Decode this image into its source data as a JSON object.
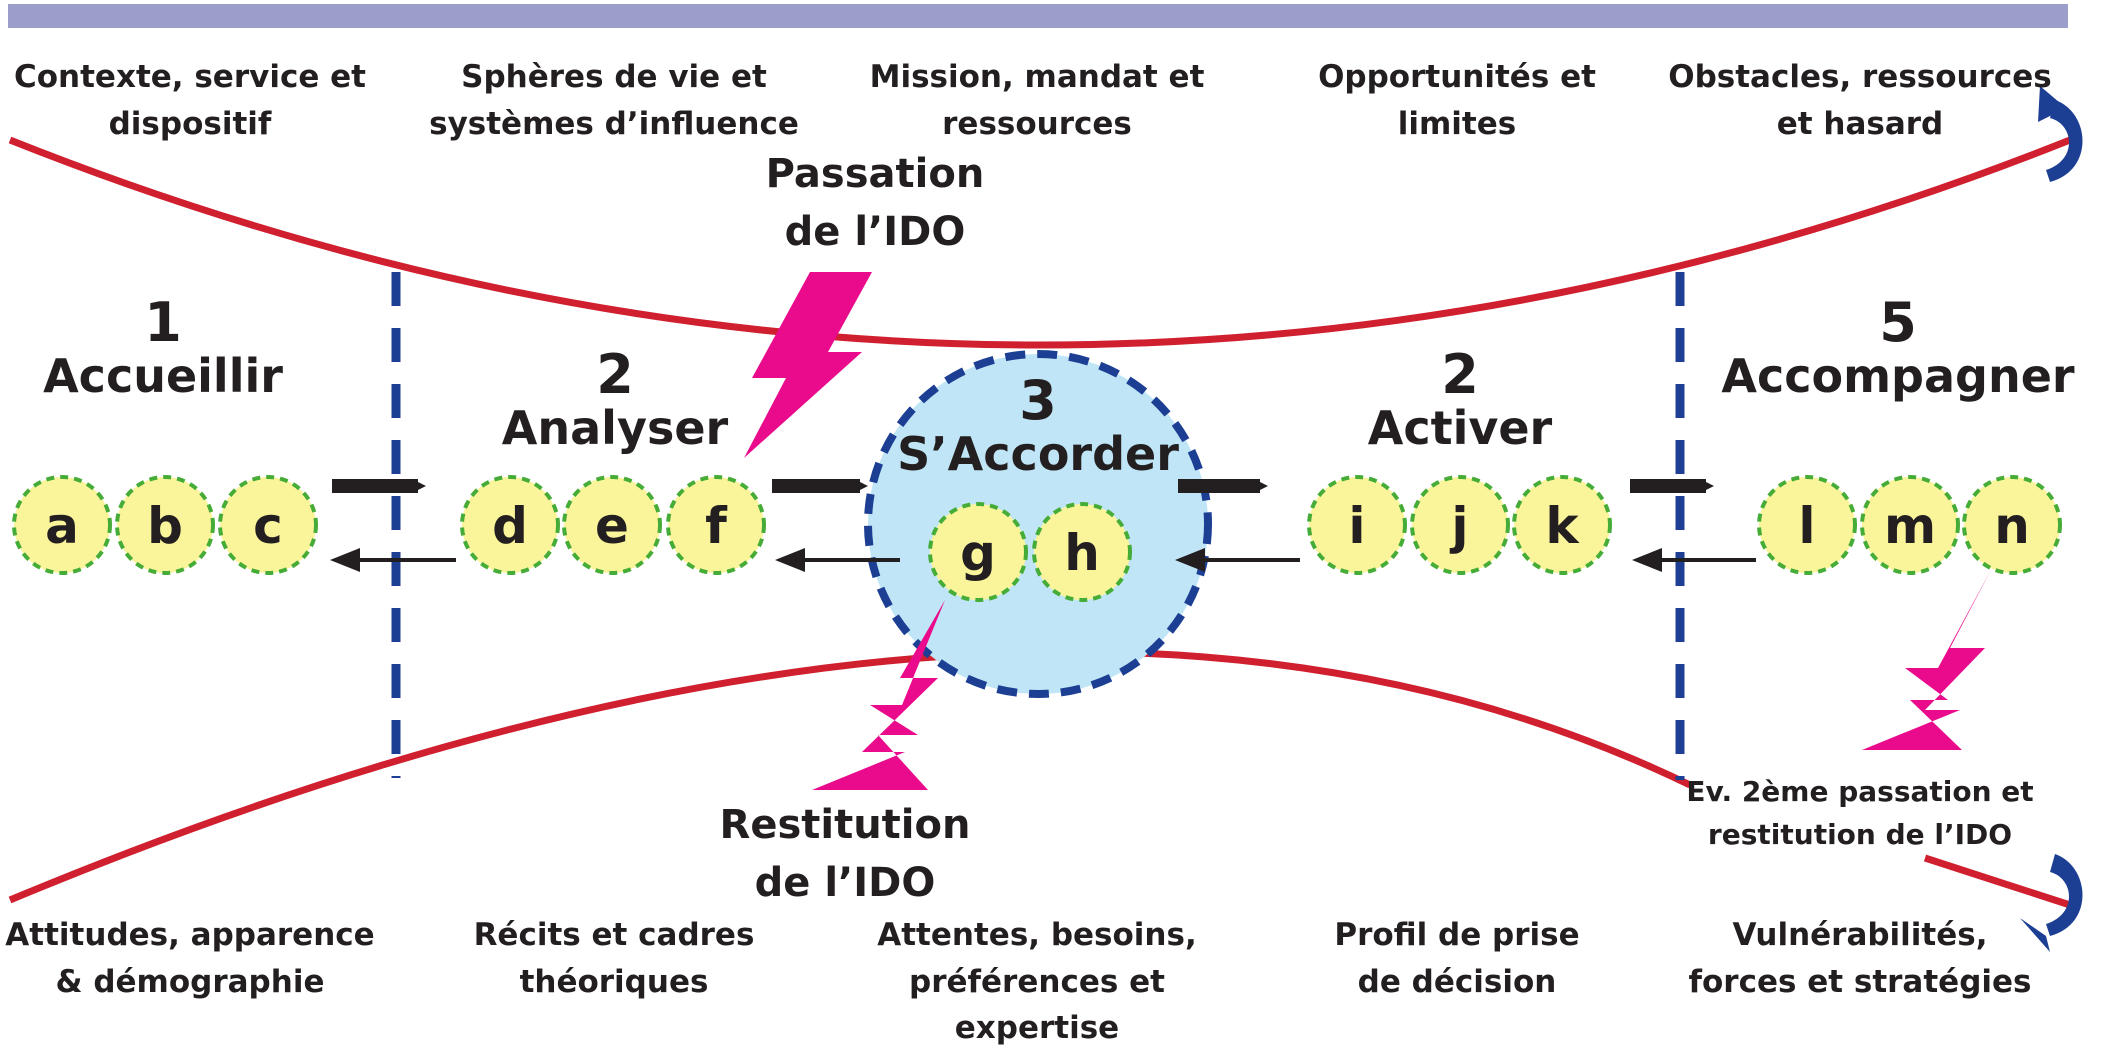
{
  "colors": {
    "top_bar": "#9b9dcb",
    "funnel_line": "#d0202f",
    "divider": "#1c3f94",
    "circle_fill": "#faf49b",
    "circle_border": "#45ac38",
    "center_fill": "#bfe5f6",
    "lightning": "#ea0a8c",
    "loop_arrow": "#1c3f94",
    "arrow": "#231f20"
  },
  "top_labels": [
    {
      "line1": "Contexte, service et",
      "line2": "dispositif"
    },
    {
      "line1": "Sphères de vie et",
      "line2": "systèmes d’influence"
    },
    {
      "line1": "Mission, mandat et",
      "line2": "ressources"
    },
    {
      "line1": "Opportunités et",
      "line2": "limites"
    },
    {
      "line1": "Obstacles, ressources",
      "line2": "et hasard"
    }
  ],
  "bottom_labels": [
    {
      "line1": "Attitudes, apparence",
      "line2": "& démographie"
    },
    {
      "line1": "Récits et cadres",
      "line2": "théoriques"
    },
    {
      "line1": "Attentes, besoins,",
      "line2": "préférences et expertise"
    },
    {
      "line1": "Profil de prise",
      "line2": "de décision"
    },
    {
      "line1": "Vulnérabilités,",
      "line2": "forces et stratégies"
    }
  ],
  "stages": [
    {
      "number": "1",
      "name": "Accueillir",
      "letters": [
        "a",
        "b",
        "c"
      ]
    },
    {
      "number": "2",
      "name": "Analyser",
      "letters": [
        "d",
        "e",
        "f"
      ]
    },
    {
      "number": "3",
      "name": "S’Accorder",
      "letters": [
        "g",
        "h"
      ]
    },
    {
      "number": "2",
      "name": "Activer",
      "letters": [
        "i",
        "j",
        "k"
      ]
    },
    {
      "number": "5",
      "name": "Accompagner",
      "letters": [
        "l",
        "m",
        "n"
      ]
    }
  ],
  "callouts": {
    "passation": {
      "line1": "Passation",
      "line2": "de l’IDO"
    },
    "restitution": {
      "line1": "Restitution",
      "line2": "de l’IDO"
    },
    "evaluation": {
      "line1": "Ev. 2ème passation et",
      "line2": "restitution de l’IDO"
    }
  },
  "icons": [
    "lightning-bolt-icon",
    "loop-arrow-icon",
    "forward-arrow-icon",
    "back-arrow-icon"
  ]
}
